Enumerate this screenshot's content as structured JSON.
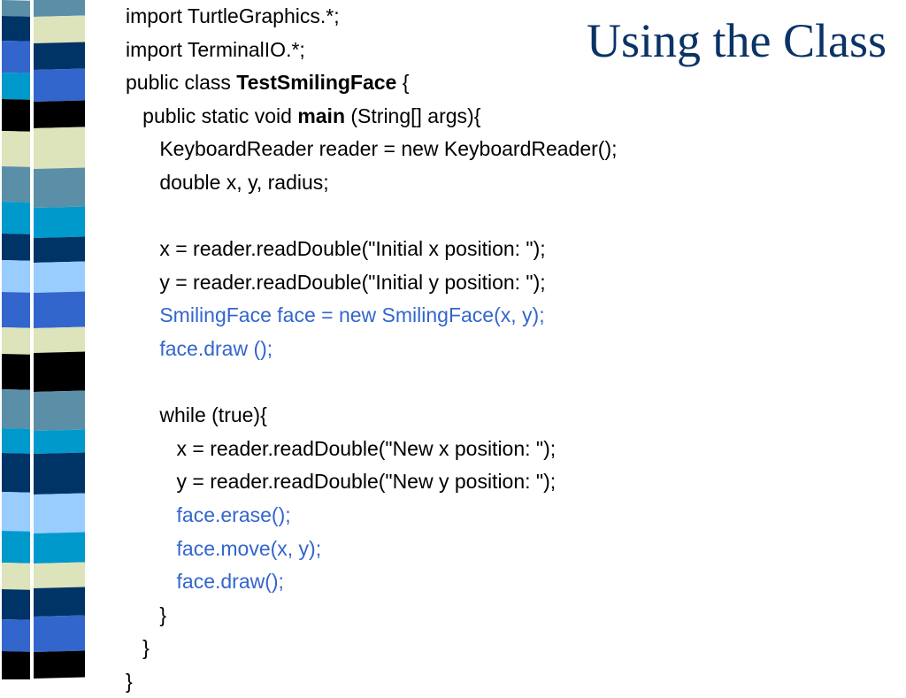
{
  "slide": {
    "title": "Using the Class"
  },
  "colors": {
    "text": "#000000",
    "highlight": "#3366cc",
    "title": "#0a3366",
    "stripe_palette": [
      "#5b8fa8",
      "#003366",
      "#3366cc",
      "#000000",
      "#dde3bb",
      "#0099cc",
      "#99ccff",
      "#ffffff"
    ]
  },
  "code": {
    "line1": "import TurtleGraphics.*;",
    "line2": "import TerminalIO.*;",
    "line3_pre": "public class ",
    "line3_bold": "TestSmilingFace",
    "line3_post": " {",
    "line4_pre": "   public static void ",
    "line4_bold": "main",
    "line4_post": " (String[] args){",
    "line5": "      KeyboardReader reader = new KeyboardReader();",
    "line6": "      double x, y, radius;",
    "line7": "",
    "line8": "      x = reader.readDouble(\"Initial x position: \");",
    "line9": "      y = reader.readDouble(\"Initial y position: \");",
    "line10": "      SmilingFace face = new SmilingFace(x, y);",
    "line11": "      face.draw ();",
    "line12": "",
    "line13": "      while (true){",
    "line14": "         x = reader.readDouble(\"New x position: \");",
    "line15": "         y = reader.readDouble(\"New y position: \");",
    "line16": "         face.erase();",
    "line17": "         face.move(x, y);",
    "line18": "         face.draw();",
    "line19": "      }",
    "line20": "   }",
    "line21": "}"
  }
}
